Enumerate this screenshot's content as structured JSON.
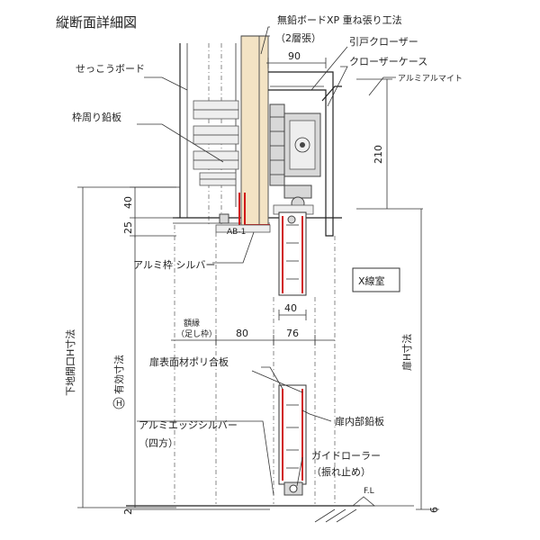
{
  "title": "縦断面詳細図",
  "labels": {
    "lead_free_board": "無鉛ボードXP 重ね張り工法",
    "two_layer": "（2層張）",
    "sliding_closer": "引戸クローザー",
    "closer_case": "クローザーケース",
    "alumi_mite": "アルミアルマイト",
    "gypsum_board": "せっこうボード",
    "frame_lead": "枠周り鉛板",
    "alumi_frame": "アルミ枠 シルバー",
    "xray_room": "X線室",
    "gakubuchi": "額縁",
    "ashi_waku": "（足し枠）",
    "door_surface": "扉表面材ポリ合板",
    "alumi_edge": "アルミエッジシルバー",
    "shiho": "（四方）",
    "inner_lead": "扉内部鉛板",
    "guide_roller": "ガイドローラー",
    "fure_dome": "（振れ止め）",
    "fl": "F.L",
    "clear_opening_h": "下地開口H寸法",
    "effective_h_circle": "H",
    "effective_h": "有効寸法",
    "door_h": "扉H寸法",
    "ab_mark": "AB-1"
  },
  "dims": {
    "d90": "90",
    "d210": "210",
    "d40_top": "40",
    "d25": "25",
    "d40_mid": "40",
    "d80": "80",
    "d76": "76",
    "d2": "2",
    "d6": "6"
  },
  "colors": {
    "lead_red": "#d01818",
    "wood_fill": "#f3e3c4",
    "line": "#222222"
  }
}
